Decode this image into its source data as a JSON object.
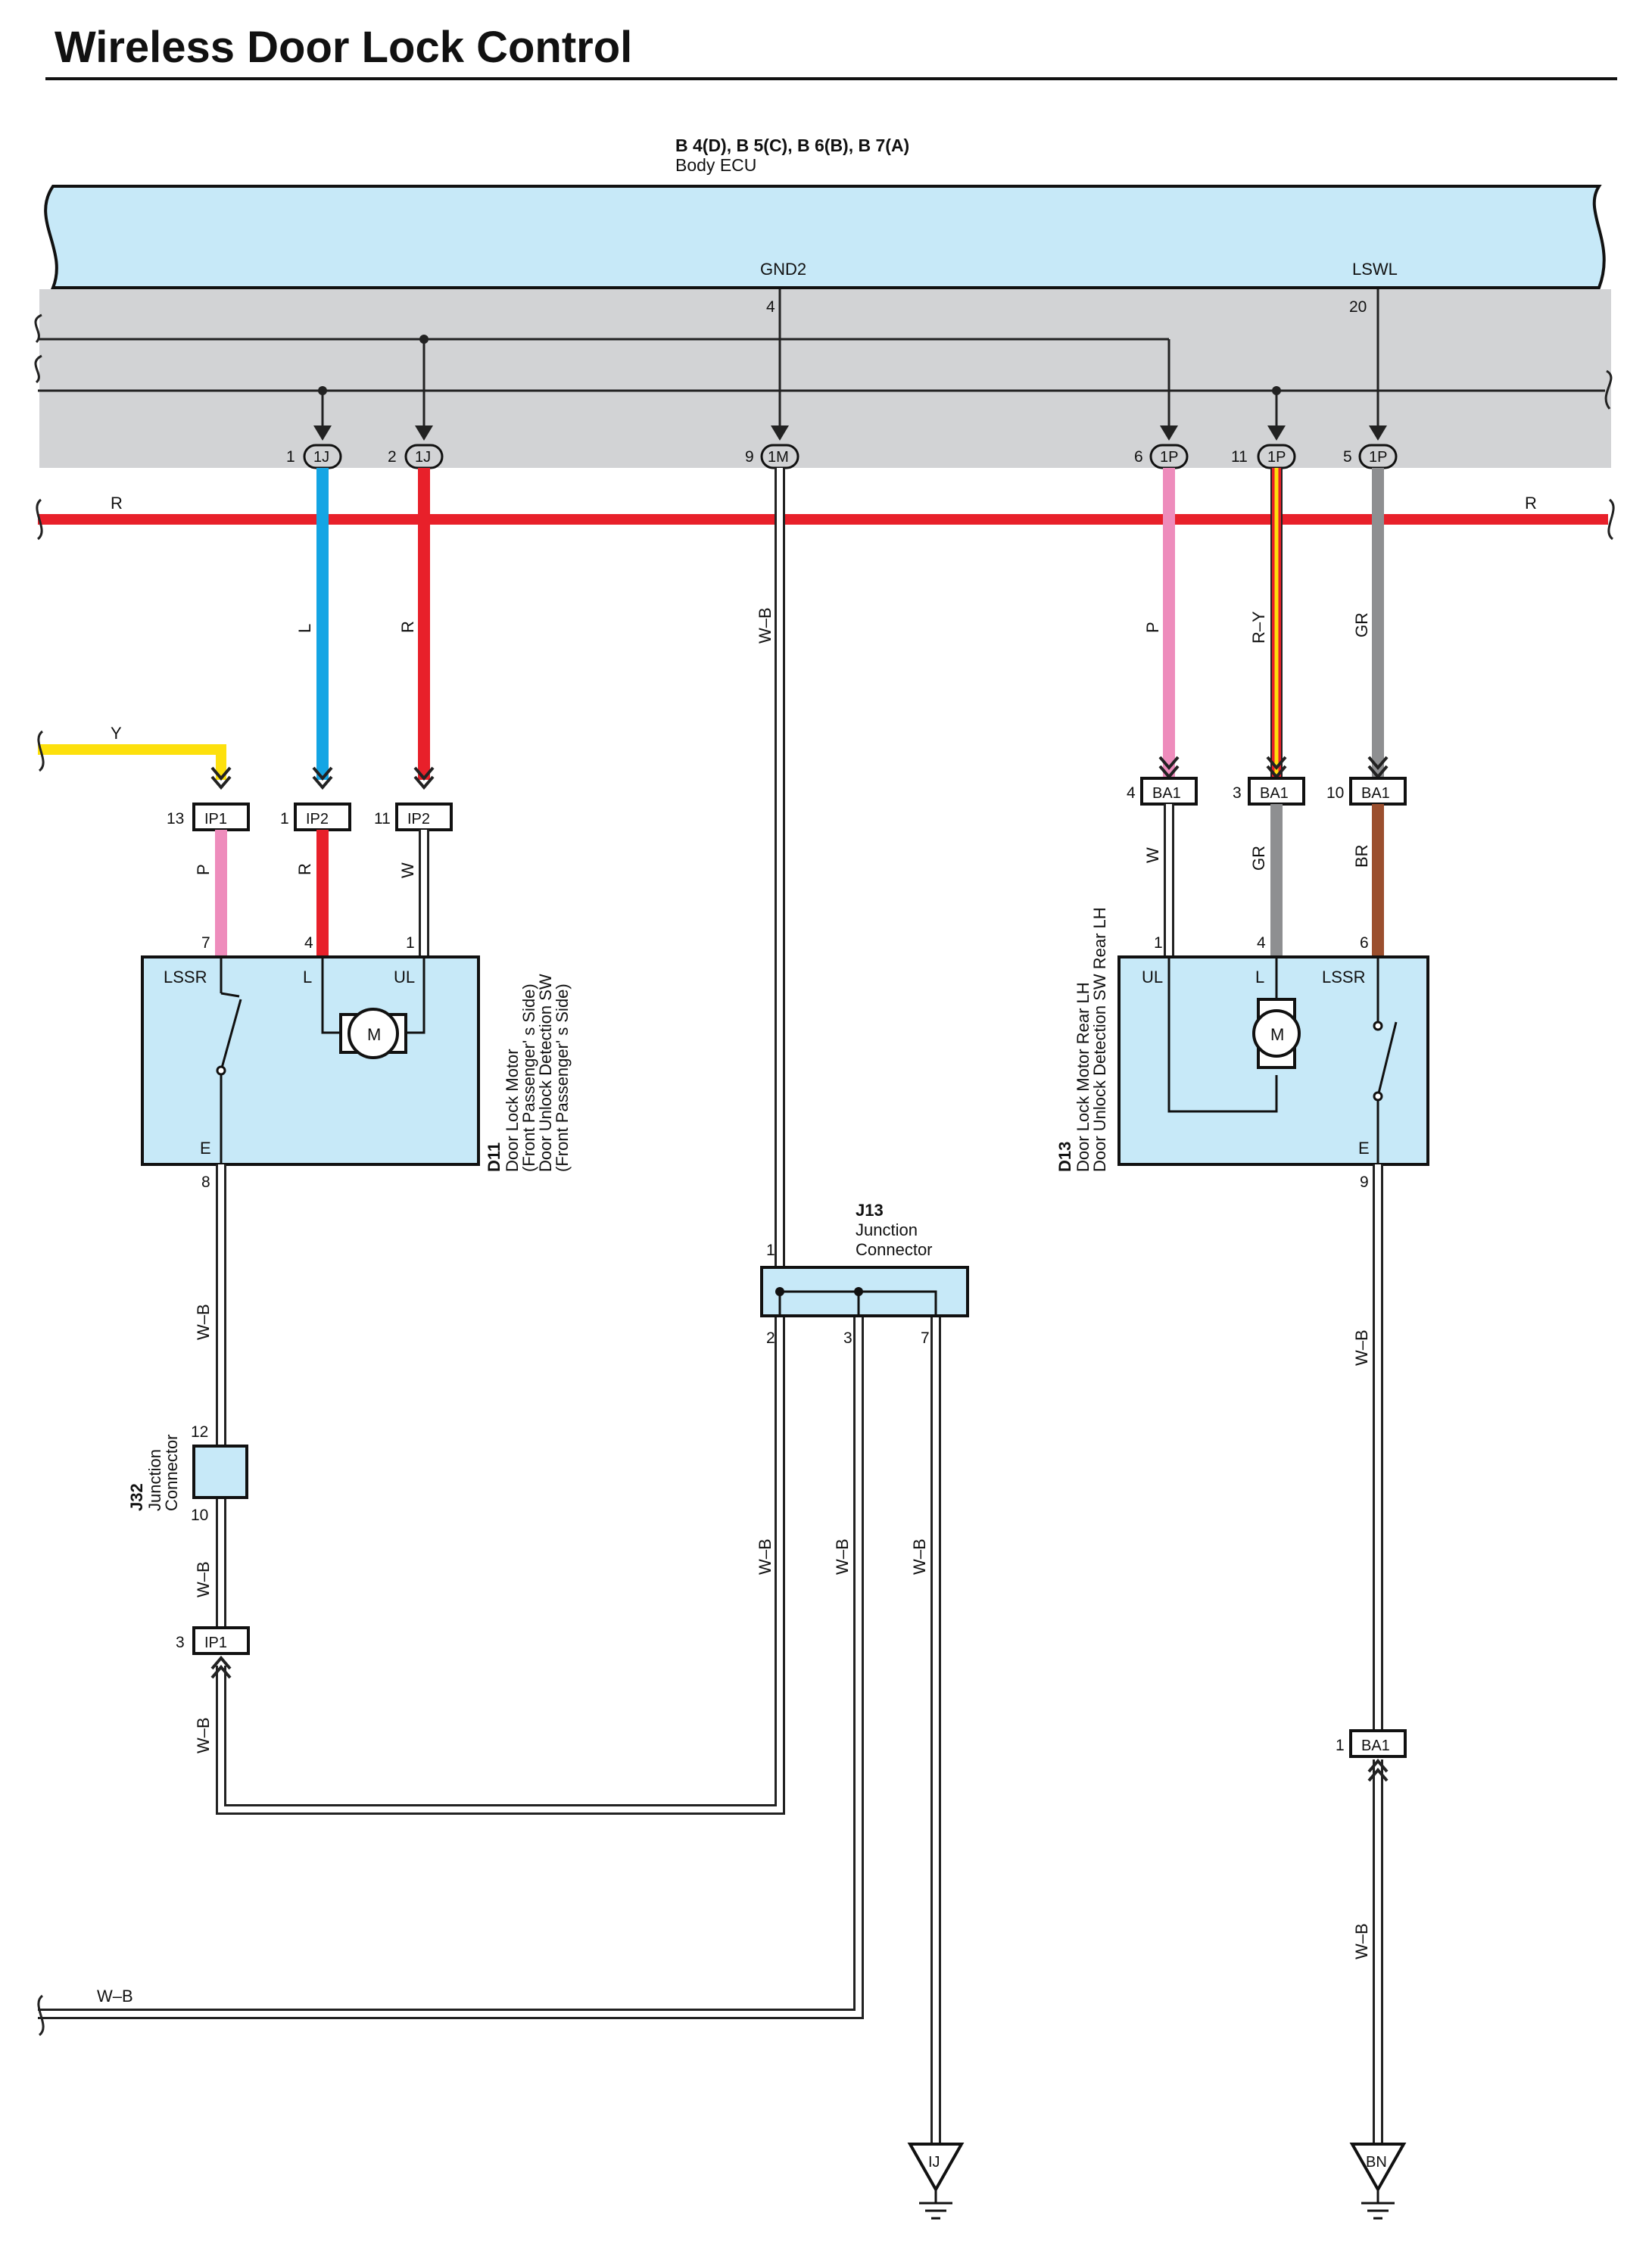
{
  "title": "Wireless Door Lock Control",
  "ecu": {
    "connectors": "B 4(D), B 5(C), B 6(B), B 7(A)",
    "name": "Body ECU",
    "term_gnd2": "GND2",
    "term_lswl": "LSWL",
    "pin_gnd2": "4",
    "pin_lswl": "20"
  },
  "junction_conn": [
    {
      "pin": "1",
      "code": "1J"
    },
    {
      "pin": "2",
      "code": "1J"
    },
    {
      "pin": "9",
      "code": "1M"
    },
    {
      "pin": "6",
      "code": "1P"
    },
    {
      "pin": "11",
      "code": "1P"
    },
    {
      "pin": "5",
      "code": "1P"
    }
  ],
  "bus_label_left": "R",
  "bus_label_right": "R",
  "wire_colors": {
    "L": "L",
    "R": "R",
    "WB": "W–B",
    "P": "P",
    "RY": "R–Y",
    "GR": "GR",
    "Y": "Y",
    "W": "W",
    "BR": "BR"
  },
  "inline": [
    {
      "pin": "13",
      "code": "IP1"
    },
    {
      "pin": "1",
      "code": "IP2"
    },
    {
      "pin": "11",
      "code": "IP2"
    },
    {
      "pin": "4",
      "code": "BA1"
    },
    {
      "pin": "3",
      "code": "BA1"
    },
    {
      "pin": "10",
      "code": "BA1"
    },
    {
      "pin": "3",
      "code": "IP1"
    },
    {
      "pin": "1",
      "code": "BA1"
    }
  ],
  "d11": {
    "id": "D11",
    "desc1": "Door Lock Motor",
    "desc2": "(Front Passenger' s Side)",
    "desc3": "Door Unlock Detection SW",
    "desc4": "(Front Passenger' s Side)",
    "t_lssr": "LSSR",
    "t_l": "L",
    "t_ul": "UL",
    "t_e": "E",
    "p_lssr": "7",
    "p_l": "4",
    "p_ul": "1",
    "p_e": "8",
    "motor": "M"
  },
  "d13": {
    "id": "D13",
    "desc1": "Door Lock Motor Rear LH",
    "desc2": "Door Unlock Detection SW Rear LH",
    "t_ul": "UL",
    "t_l": "L",
    "t_lssr": "LSSR",
    "t_e": "E",
    "p_ul": "1",
    "p_l": "4",
    "p_lssr": "6",
    "p_e": "9",
    "motor": "M"
  },
  "j13": {
    "id": "J13",
    "desc1": "Junction",
    "desc2": "Connector",
    "p1": "1",
    "p2": "2",
    "p3": "3",
    "p7": "7"
  },
  "j32": {
    "id": "J32",
    "desc1": "Junction",
    "desc2": "Connector",
    "p12": "12",
    "p10": "10"
  },
  "grounds": [
    "IJ",
    "BN"
  ],
  "colors": {
    "ecu_fill": "#c7e9f8",
    "panel": "#d2d3d5",
    "red": "#e8202a",
    "blue": "#14a5e4",
    "pink": "#ee8cbc",
    "yellow": "#fde00c",
    "gray": "#8e8f91",
    "brown": "#9b4f2e",
    "comp_fill": "#c7e9f8"
  }
}
